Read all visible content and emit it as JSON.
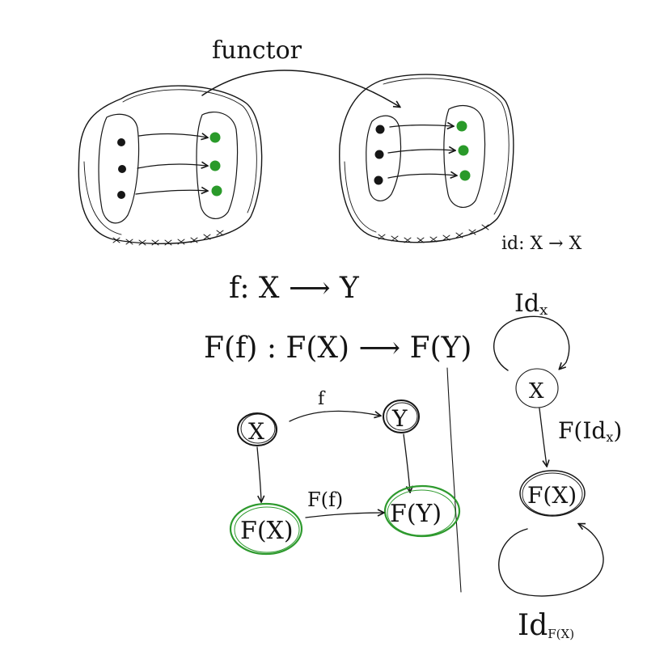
{
  "labels": {
    "functor": "functor",
    "id_def": "id: X → X",
    "f_def": "f: X ⟶ Y",
    "Ff_def": "F(f) : F(X) ⟶ F(Y)",
    "node_X": "X",
    "node_Y": "Y",
    "node_FX": "F(X)",
    "node_FY": "F(Y)",
    "arrow_f": "f",
    "arrow_Ff": "F(f)",
    "id_x_base": "Id",
    "id_x_sub": "x",
    "id_X_node": "X",
    "F_idx_base": "F(Id",
    "F_idx_sub": "x",
    "F_idx_close": ")",
    "FX_node_right": "F(X)",
    "id_FX_base": "Id",
    "id_FX_sub": "F(X)"
  },
  "colors": {
    "ink": "#161616",
    "green": "#2e9a2e",
    "green_fill": "#2a9a2a",
    "shade": "#f2f2f2"
  }
}
